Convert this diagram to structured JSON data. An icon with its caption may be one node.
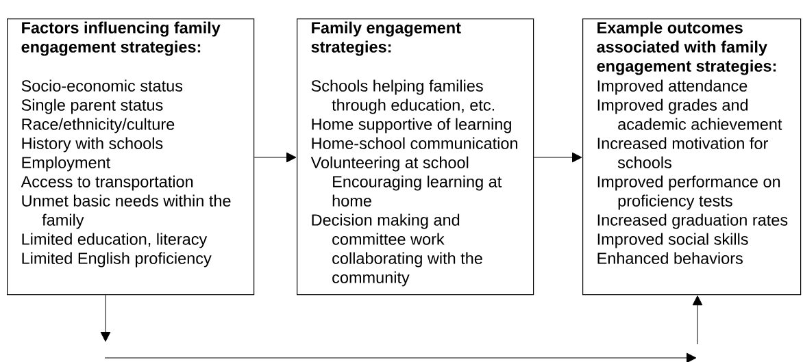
{
  "diagram": {
    "nodes": [
      {
        "text": [
          "Factors influencing family engagement strategies:",
          "Socio-economic status",
          "Single parent status",
          "Race/ethnicity/culture",
          "History with schools",
          "Employment",
          "Access to transportation",
          "Unmet basic needs within the family",
          "Limited education, literacy",
          "Limited English proficiency"
        ]
      },
      {
        "text": [
          "Family engagement strategies:",
          "Schools helping families through education, etc.",
          "Home supportive of learning",
          "Home-school communication",
          "Volunteering at school Encouraging learning at home",
          "Decision making and committee work collaborating with the community"
        ]
      },
      {
        "text": [
          "Example outcomes associated with family engagement strategies:",
          "Improved attendance",
          "Improved grades and academic achievement",
          "Increased motivation for schools",
          "Improved performance on proficiency tests",
          "Increased graduation rates",
          "Improved social skills",
          "Enhanced behaviors"
        ]
      }
    ],
    "edges": [
      {
        "from": 0,
        "to": 1,
        "arrow": "to"
      },
      {
        "from": 1,
        "to": 2,
        "arrow": "to"
      },
      {
        "from": 0,
        "to": null,
        "arrow": "to"
      },
      {
        "from": null,
        "to": 2,
        "arrow": "to"
      }
    ]
  }
}
